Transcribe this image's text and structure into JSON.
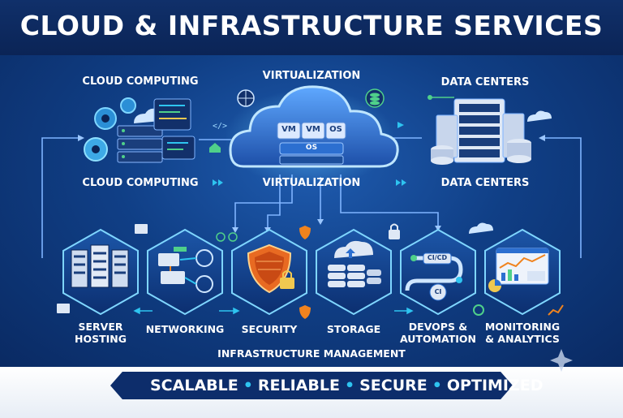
{
  "header": {
    "title": "CLOUD & INFRASTRUCTURE SERVICES"
  },
  "top": {
    "cloud_computing": "CLOUD COMPUTING",
    "virtualization": "VIRTUALIZATION",
    "data_centers": "DATA CENTERS",
    "cloud_computing_2": "CLOUD COMPUTING",
    "virtualization_2": "VIRTUALIZATION",
    "data_centers_2": "DATA CENTERS",
    "vm1": "VM",
    "vm2": "VM",
    "os1": "OS",
    "os2": "OS"
  },
  "services": [
    {
      "line1": "SERVER",
      "line2": "HOSTING"
    },
    {
      "line1": "NETWORKING",
      "line2": ""
    },
    {
      "line1": "SECURITY",
      "line2": ""
    },
    {
      "line1": "STORAGE",
      "line2": ""
    },
    {
      "line1": "DEVOPS &",
      "line2": "AUTOMATION",
      "badge1": "CI/CD",
      "badge2": "CI"
    },
    {
      "line1": "MONITORING",
      "line2": "& ANALYTICS"
    }
  ],
  "infra": "INFRASTRUCTURE MANAGEMENT",
  "footer": {
    "w1": "SCALABLE",
    "w2": "RELIABLE",
    "w3": "SECURE",
    "w4": "OPTIMIZED",
    "sep": "•"
  },
  "colors": {
    "navy": "#0b2456",
    "accent": "#2ec4f0",
    "green": "#4fd08a",
    "orange": "#f0831e"
  }
}
